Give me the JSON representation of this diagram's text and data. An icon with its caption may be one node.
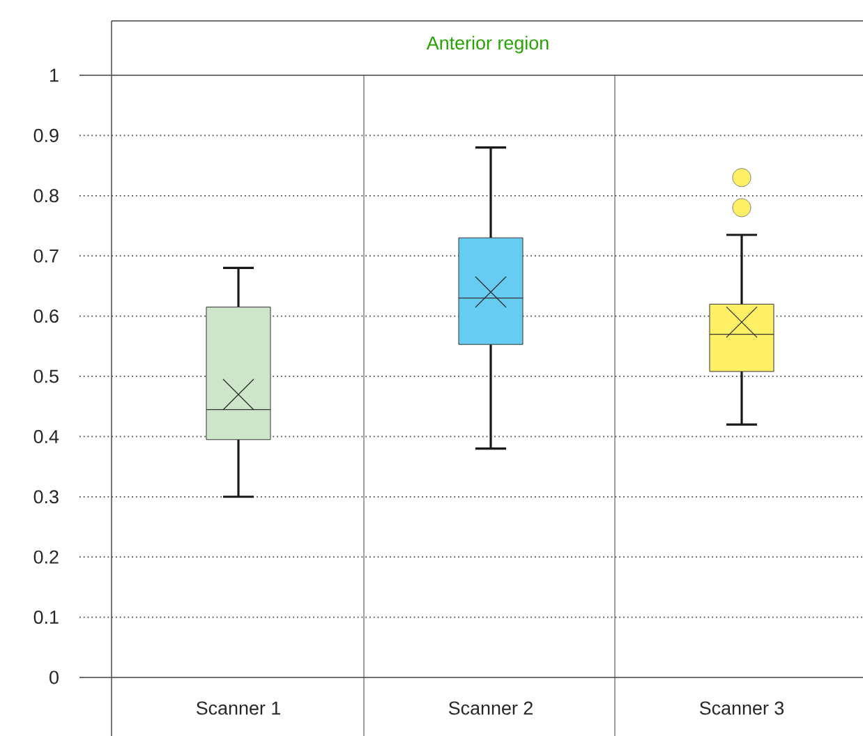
{
  "diagram": {
    "title": "Anterior region",
    "labels": [
      "1",
      "0.9",
      "0.8",
      "0.7",
      "0.6",
      "0.5",
      "0.4",
      "0.3",
      "0.2",
      "0.1",
      "0",
      "Scanner 1",
      "Scanner 2",
      "Scanner 3"
    ]
  }
}
